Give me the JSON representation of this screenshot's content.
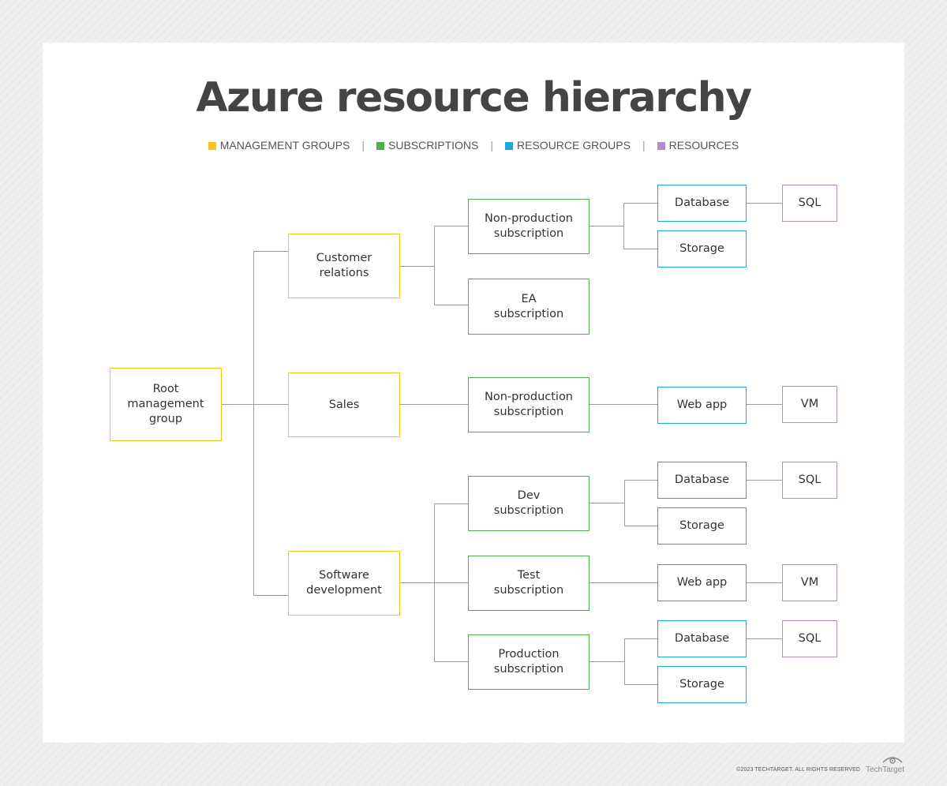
{
  "title": "Azure resource hierarchy",
  "legend": [
    {
      "label": "MANAGEMENT GROUPS",
      "color": "#f5c518"
    },
    {
      "label": "SUBSCRIPTIONS",
      "color": "#4cb050"
    },
    {
      "label": "RESOURCE GROUPS",
      "color": "#1aa7e0"
    },
    {
      "label": "RESOURCES",
      "color": "#b48cc8"
    }
  ],
  "legend_separator": "|",
  "nodes": {
    "root": "Root\nmanagement\ngroup",
    "customer_relations": "Customer\nrelations",
    "sales": "Sales",
    "software_development": "Software\ndevelopment",
    "cr_nonprod_sub": "Non-production\nsubscription",
    "cr_ea_sub": "EA\nsubscription",
    "sales_nonprod_sub": "Non-production\nsubscription",
    "dev_sub": "Dev\nsubscription",
    "test_sub": "Test\nsubscription",
    "prod_sub": "Production\nsubscription",
    "cr_database": "Database",
    "cr_storage": "Storage",
    "sales_webapp": "Web app",
    "dev_database": "Database",
    "dev_storage": "Storage",
    "test_webapp": "Web app",
    "prod_database": "Database",
    "prod_storage": "Storage",
    "cr_sql": "SQL",
    "sales_vm": "VM",
    "dev_sql": "SQL",
    "test_vm": "VM",
    "prod_sql": "SQL"
  },
  "footer": {
    "copyright": "©2023 TECHTARGET. ALL RIGHTS RESERVED",
    "brand": "TechTarget"
  }
}
